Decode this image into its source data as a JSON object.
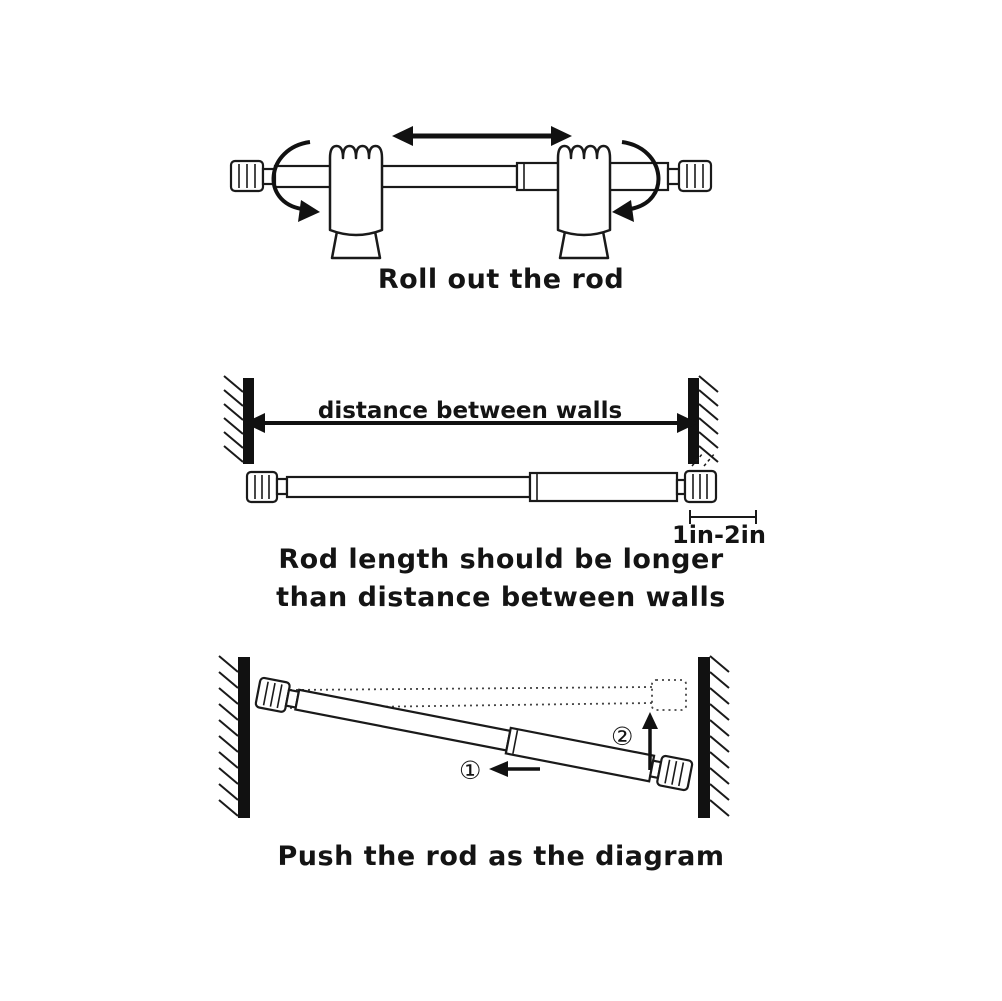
{
  "colors": {
    "ink": "#111111",
    "background": "#ffffff"
  },
  "step1": {
    "caption": "Roll out the rod"
  },
  "step2": {
    "distance_label": "distance between walls",
    "overlap_label": "1in-2in",
    "caption_line1": "Rod length should be longer",
    "caption_line2": "than distance between walls"
  },
  "step3": {
    "marker1": "①",
    "marker2": "②",
    "caption": "Push the rod as the diagram"
  }
}
